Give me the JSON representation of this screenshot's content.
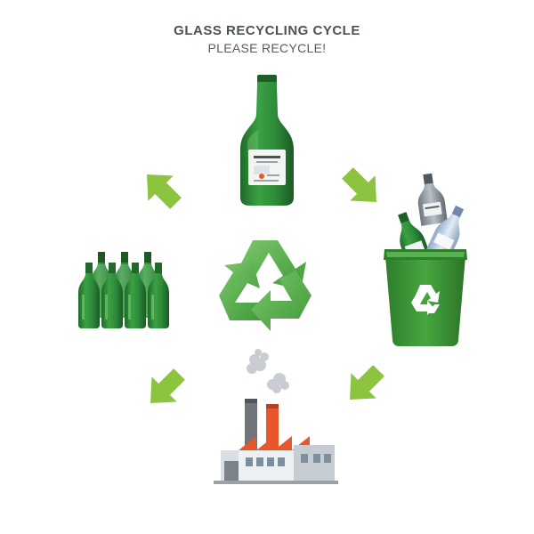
{
  "header": {
    "title": "GLASS RECYCLING CYCLE",
    "subtitle": "PLEASE RECYCLE!"
  },
  "steps": [
    {
      "name": "glass-bottle",
      "icon": "wine-bottle-icon"
    },
    {
      "name": "recycling-bin",
      "icon": "recycle-bin-icon"
    },
    {
      "name": "recycling-factory",
      "icon": "factory-icon"
    },
    {
      "name": "new-bottles",
      "icon": "bottles-group-icon"
    }
  ],
  "center_icon": "recycle-symbol-icon",
  "colors": {
    "arrow": "#8cc43f",
    "bottle_green": "#2e8b3a",
    "bottle_dark": "#1f6a2a",
    "bin_green": "#3f9a3a",
    "recycle_green": "#5cb85c",
    "title_text": "#4a5258",
    "factory_roof": "#e8572b"
  }
}
